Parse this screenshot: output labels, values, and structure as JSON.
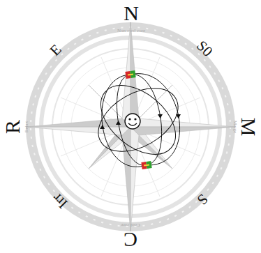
{
  "diagram": {
    "labels": [
      "N",
      "Non-cool core",
      "S0",
      "M",
      "Merge",
      "S",
      "C",
      "Cool core",
      "Irr",
      "R",
      "Relax",
      "E"
    ]
  }
}
